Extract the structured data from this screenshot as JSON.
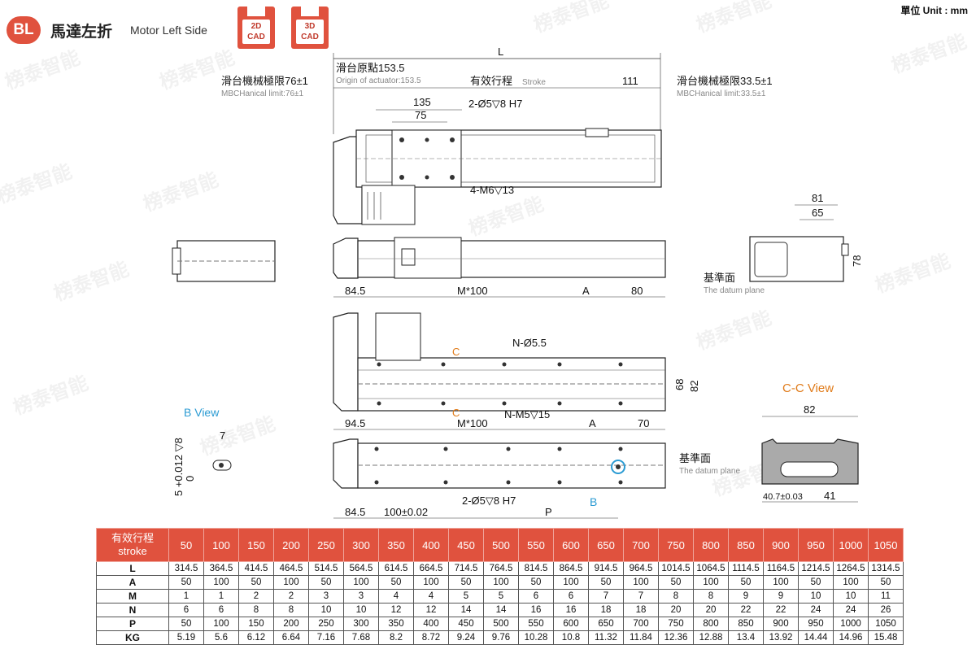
{
  "header": {
    "badge": "BL",
    "title_cn": "馬達左折",
    "title_en": "Motor Left Side",
    "cad_2d_line1": "2D",
    "cad_2d_line2": "CAD",
    "cad_3d_line1": "3D",
    "cad_3d_line2": "CAD",
    "unit": "單位 Unit : mm"
  },
  "drawing": {
    "L": "L",
    "slide_origin_cn": "滑台原點153.5",
    "slide_origin_en": "Origin of actuator:153.5",
    "limit_left_cn": "滑台機械極限76±1",
    "limit_left_en": "MBCHanical limit:76±1",
    "stroke_cn": "有效行程",
    "stroke_en": "Stroke",
    "dim_111": "111",
    "limit_right_cn": "滑台機械極限33.5±1",
    "limit_right_en": "MBCHanical limit:33.5±1",
    "dim_135": "135",
    "dim_75": "75",
    "hole_2_05": "2-Ø5▽8 H7",
    "hole_4_m6": "4-M6▽13",
    "dim_81": "81",
    "dim_65": "65",
    "dim_78": "78",
    "datum_cn": "基準面",
    "datum_en": "The datum plane",
    "dim_84_5": "84.5",
    "dim_m100": "M*100",
    "dim_A": "A",
    "dim_80": "80",
    "hole_n_05_5": "N-Ø5.5",
    "label_C": "C",
    "hole_n_m5": "N-M5▽15",
    "dim_68": "68",
    "dim_82": "82",
    "dim_94_5": "94.5",
    "dim_m100b": "M*100",
    "dim_A_b": "A",
    "dim_70": "70",
    "b_view": "B View",
    "bview_7": "7",
    "bview_tol": "5 +0.012 ▽8",
    "bview_zero": "0",
    "cc_view": "C-C View",
    "cc_82": "82",
    "datum2_cn": "基準面",
    "datum2_en": "The datum plane",
    "cc_40_7": "40.7±0.03",
    "cc_41": "41",
    "dim_84_5b": "84.5",
    "dim_100": "100±0.02",
    "dim_P": "P",
    "hole_2_05b": "2-Ø5▽8 H7",
    "label_B": "B",
    "watermark": "榜泰智能"
  },
  "table": {
    "header_cn": "有效行程",
    "header_en": "stroke",
    "strokes": [
      "50",
      "100",
      "150",
      "200",
      "250",
      "300",
      "350",
      "400",
      "450",
      "500",
      "550",
      "600",
      "650",
      "700",
      "750",
      "800",
      "850",
      "900",
      "950",
      "1000",
      "1050"
    ],
    "rows": [
      {
        "label": "L",
        "values": [
          "314.5",
          "364.5",
          "414.5",
          "464.5",
          "514.5",
          "564.5",
          "614.5",
          "664.5",
          "714.5",
          "764.5",
          "814.5",
          "864.5",
          "914.5",
          "964.5",
          "1014.5",
          "1064.5",
          "1114.5",
          "1164.5",
          "1214.5",
          "1264.5",
          "1314.5"
        ]
      },
      {
        "label": "A",
        "values": [
          "50",
          "100",
          "50",
          "100",
          "50",
          "100",
          "50",
          "100",
          "50",
          "100",
          "50",
          "100",
          "50",
          "100",
          "50",
          "100",
          "50",
          "100",
          "50",
          "100",
          "50"
        ]
      },
      {
        "label": "M",
        "values": [
          "1",
          "1",
          "2",
          "2",
          "3",
          "3",
          "4",
          "4",
          "5",
          "5",
          "6",
          "6",
          "7",
          "7",
          "8",
          "8",
          "9",
          "9",
          "10",
          "10",
          "11"
        ]
      },
      {
        "label": "N",
        "values": [
          "6",
          "6",
          "8",
          "8",
          "10",
          "10",
          "12",
          "12",
          "14",
          "14",
          "16",
          "16",
          "18",
          "18",
          "20",
          "20",
          "22",
          "22",
          "24",
          "24",
          "26"
        ]
      },
      {
        "label": "P",
        "values": [
          "50",
          "100",
          "150",
          "200",
          "250",
          "300",
          "350",
          "400",
          "450",
          "500",
          "550",
          "600",
          "650",
          "700",
          "750",
          "800",
          "850",
          "900",
          "950",
          "1000",
          "1050"
        ]
      },
      {
        "label": "KG",
        "values": [
          "5.19",
          "5.6",
          "6.12",
          "6.64",
          "7.16",
          "7.68",
          "8.2",
          "8.72",
          "9.24",
          "9.76",
          "10.28",
          "10.8",
          "11.32",
          "11.84",
          "12.36",
          "12.88",
          "13.4",
          "13.92",
          "14.44",
          "14.96",
          "15.48"
        ]
      }
    ]
  },
  "colors": {
    "accent": "#e0523e",
    "orange": "#e07b1a",
    "blue": "#2b9bd3"
  }
}
